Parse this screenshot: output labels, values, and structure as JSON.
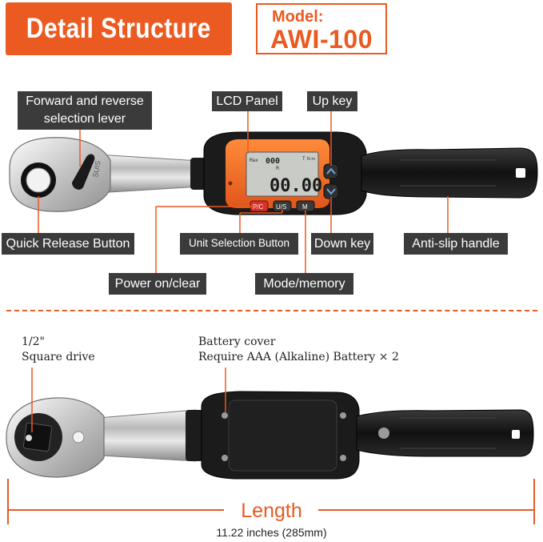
{
  "header": {
    "title": "Detail Structure",
    "model_label": "Model:",
    "model_value": "AWI-100"
  },
  "top_view": {
    "labels": {
      "forward_reverse": "Forward and reverse\nselection lever",
      "lcd_panel": "LCD Panel",
      "up_key": "Up key",
      "quick_release": "Quick Release Button",
      "unit_selection": "Unit Selection Button",
      "down_key": "Down key",
      "anti_slip": "Anti-slip handle",
      "power_clear": "Power on/clear",
      "mode_memory": "Mode/memory"
    },
    "lcd": {
      "top_value": "000",
      "main_value": "00.00",
      "unit_text": "N·m"
    },
    "buttons": {
      "pc": "P/C",
      "us": "U/S",
      "m": "M"
    }
  },
  "bottom_view": {
    "square_drive": "1/2\"\nSquare drive",
    "battery_cover": "Battery cover\nRequire AAA (Alkaline) Battery × 2"
  },
  "length": {
    "title": "Length",
    "value": "11.22 inches (285mm)"
  },
  "colors": {
    "accent": "#ea5a21",
    "label_bg": "#3b3b3b",
    "lcd_bg": "#c9ccc6"
  }
}
